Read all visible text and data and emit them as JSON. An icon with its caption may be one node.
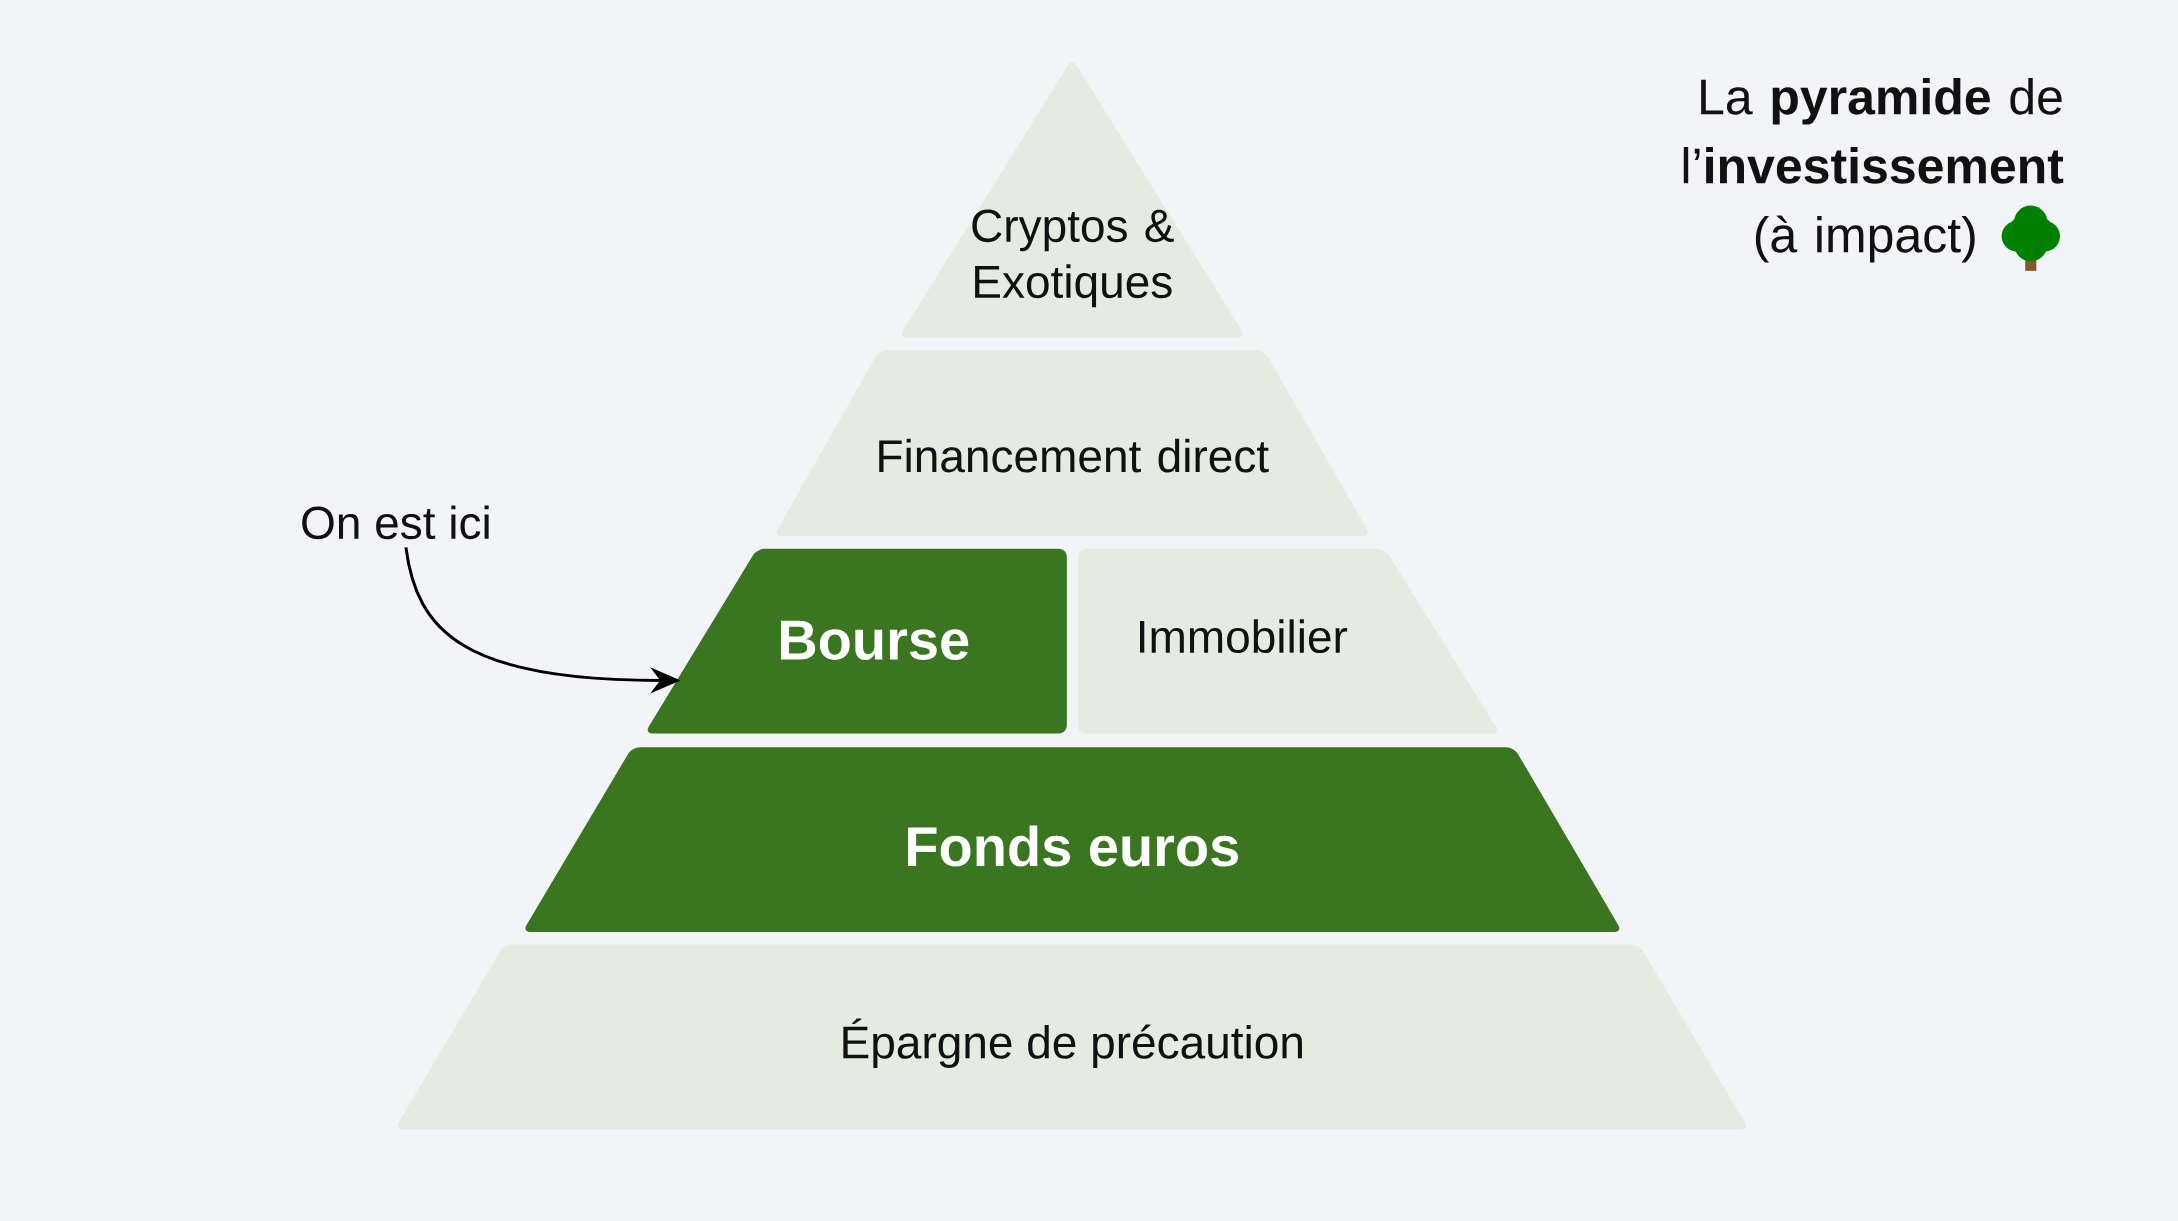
{
  "diagram": {
    "title": "La **pyramide** de l’**investissement** (à impact)",
    "nodes": [
      {
        "text": [
          "Cryptos & Exotiques"
        ]
      },
      {
        "text": [
          "Financement direct"
        ]
      },
      {
        "text": [
          "Bourse"
        ]
      },
      {
        "text": [
          "Immobilier"
        ]
      },
      {
        "text": [
          "Fonds euros"
        ]
      },
      {
        "text": [
          "Épargne de précaution"
        ]
      },
      {
        "text": [
          "On est ici"
        ]
      }
    ],
    "edges": [
      {
        "from": 6,
        "to": 2,
        "arrow": "to"
      }
    ]
  }
}
